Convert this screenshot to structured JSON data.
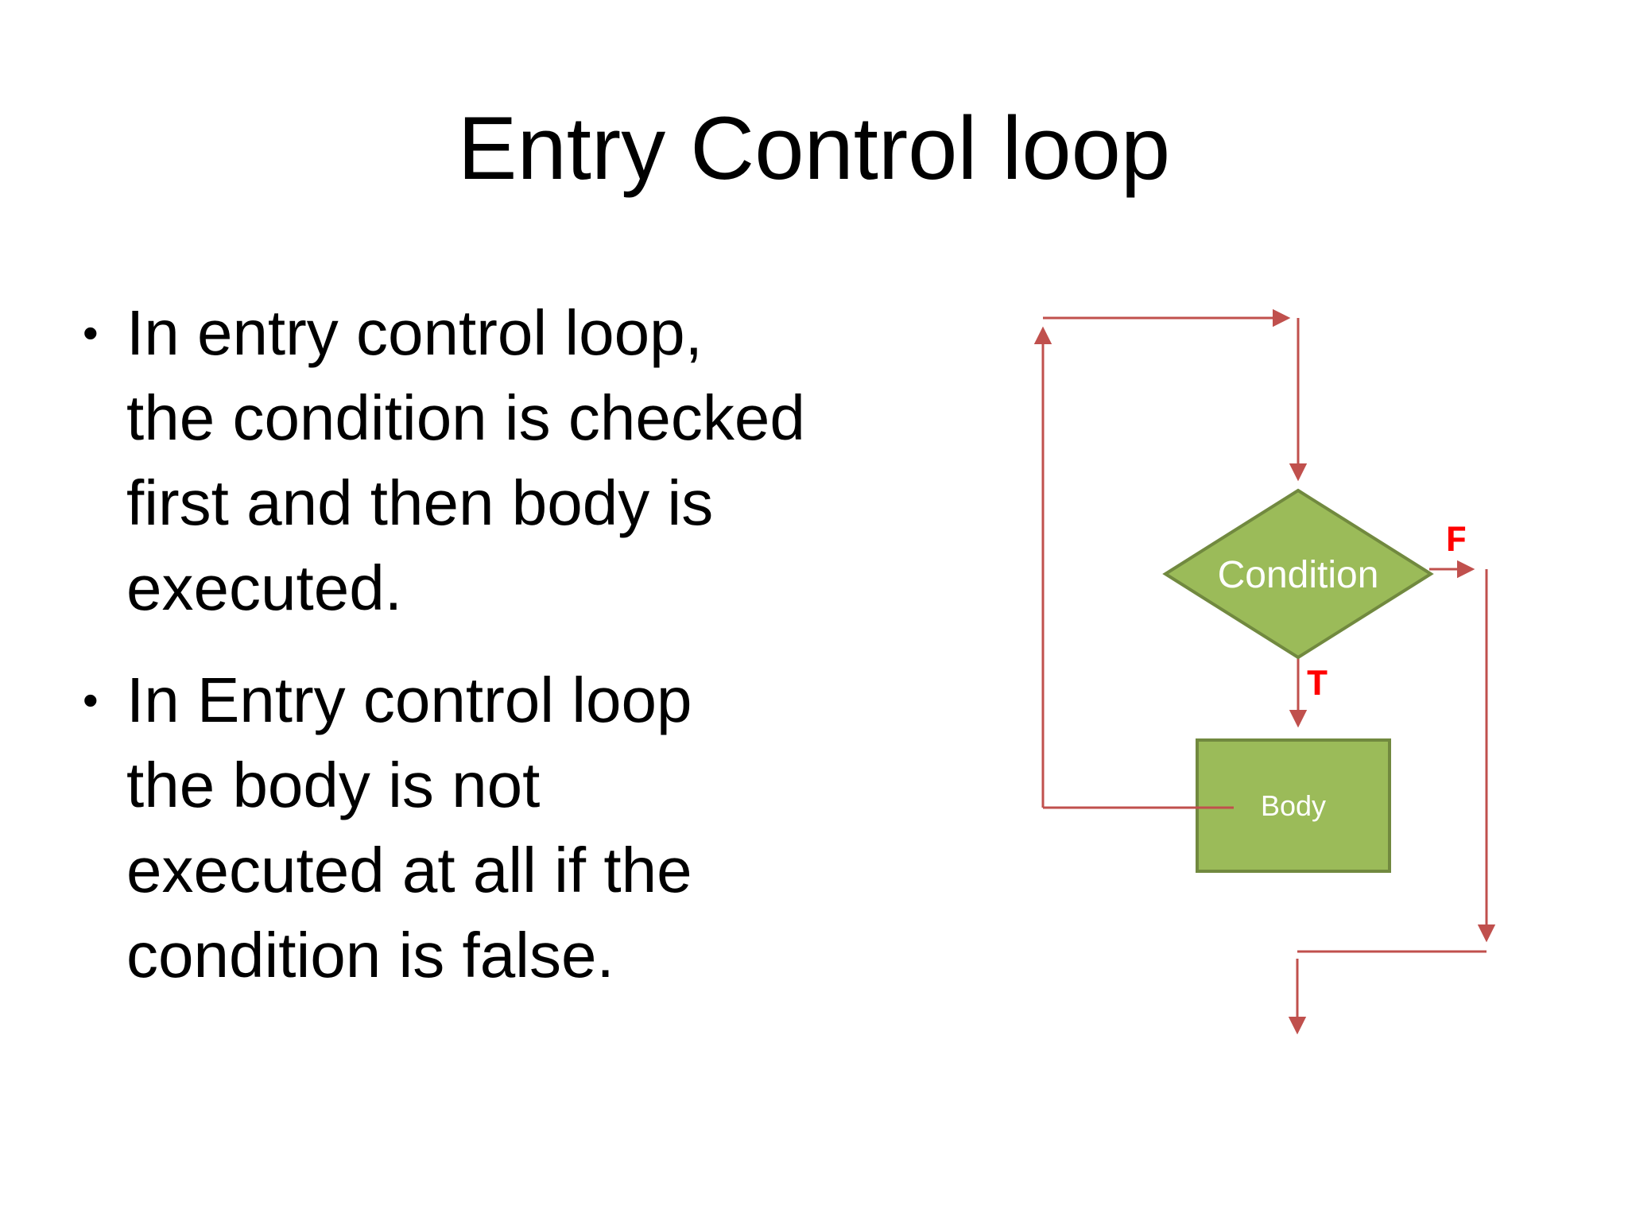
{
  "slide": {
    "title": "Entry Control loop",
    "bullets": [
      {
        "marker": "•",
        "text": "In entry control loop,\nthe condition is checked\nfirst and then body is\nexecuted."
      },
      {
        "marker": "•",
        "text": "In Entry control loop\nthe body is not\nexecuted at all if the\ncondition is false."
      }
    ]
  },
  "diagram": {
    "condition_label": "Condition",
    "body_label": "Body",
    "true_label": "T",
    "false_label": "F",
    "colors": {
      "shape_fill": "#9BBB59",
      "shape_border": "#71893F",
      "shape_text": "#FFFFFF",
      "arrow": "#C0504D",
      "branch_label": "#FF0000"
    }
  }
}
